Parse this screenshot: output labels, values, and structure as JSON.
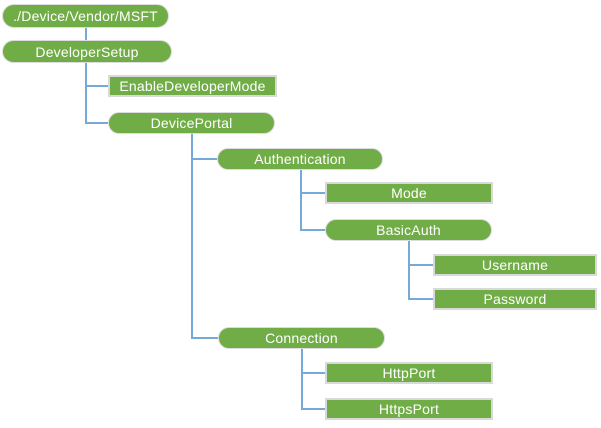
{
  "diagram_type": "tree",
  "nodes": [
    {
      "id": "root",
      "label": "./Device/Vendor/MSFT",
      "shape": "pill",
      "parent": null
    },
    {
      "id": "developersetup",
      "label": "DeveloperSetup",
      "shape": "pill",
      "parent": "root"
    },
    {
      "id": "enabledevelopermode",
      "label": "EnableDeveloperMode",
      "shape": "rect",
      "parent": "developersetup"
    },
    {
      "id": "deviceportal",
      "label": "DevicePortal",
      "shape": "pill",
      "parent": "developersetup"
    },
    {
      "id": "authentication",
      "label": "Authentication",
      "shape": "pill",
      "parent": "deviceportal"
    },
    {
      "id": "mode",
      "label": "Mode",
      "shape": "rect",
      "parent": "authentication"
    },
    {
      "id": "basicauth",
      "label": "BasicAuth",
      "shape": "pill",
      "parent": "authentication"
    },
    {
      "id": "username",
      "label": "Username",
      "shape": "rect",
      "parent": "basicauth"
    },
    {
      "id": "password",
      "label": "Password",
      "shape": "rect",
      "parent": "basicauth"
    },
    {
      "id": "connection",
      "label": "Connection",
      "shape": "pill",
      "parent": "deviceportal"
    },
    {
      "id": "httpport",
      "label": "HttpPort",
      "shape": "rect",
      "parent": "connection"
    },
    {
      "id": "httpsport",
      "label": "HttpsPort",
      "shape": "rect",
      "parent": "connection"
    }
  ],
  "colors": {
    "node_fill": "#70AD47",
    "node_text": "#FFFFFF",
    "connector": "#74A9D8",
    "rect_border": "#D9D9D9",
    "background": "#FFFFFF"
  }
}
